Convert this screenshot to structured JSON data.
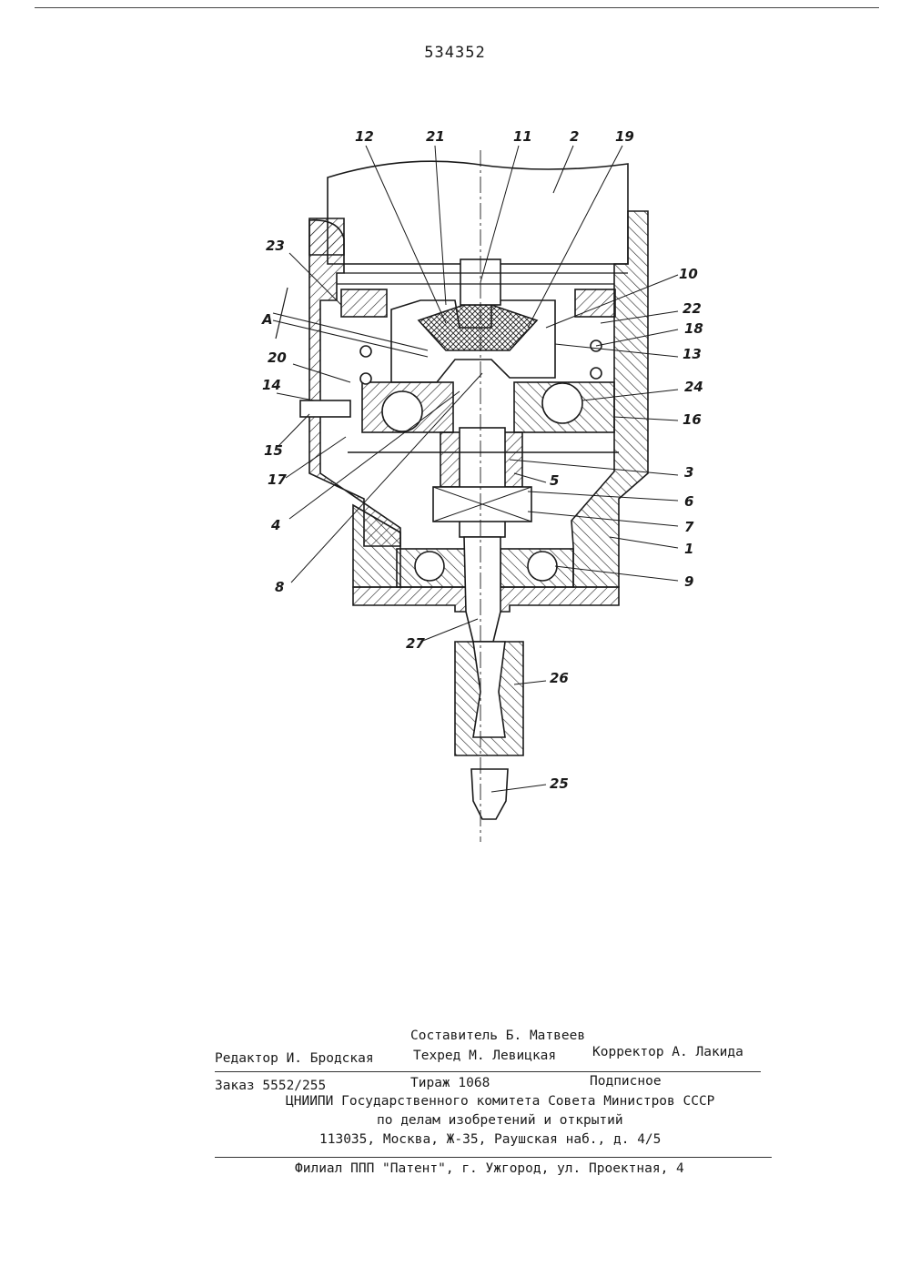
{
  "patent_number": "534352",
  "figure_labels": {
    "l12": "12",
    "l21": "21",
    "l11": "11",
    "l2": "2",
    "l19": "19",
    "l23": "23",
    "lA": "A",
    "l20": "20",
    "l14": "14",
    "l15": "15",
    "l17": "17",
    "l4": "4",
    "l8": "8",
    "l10": "10",
    "l22": "22",
    "l18": "18",
    "l13": "13",
    "l24": "24",
    "l16": "16",
    "l3": "3",
    "l5": "5",
    "l6": "6",
    "l7": "7",
    "l1": "1",
    "l9": "9",
    "l27": "27",
    "l26": "26",
    "l25": "25"
  },
  "imprint": {
    "compiler": "Составитель Б. Матвеев",
    "editor": "Редактор И. Бродская",
    "techred": "Техред М. Левицкая",
    "corrector": "Корректор А. Лакида",
    "order": "Заказ 5552/255",
    "circulation": "Тираж 1068",
    "subscription": "Подписное",
    "institute": "ЦНИИПИ Государственного комитета Совета Министров СССР",
    "affairs": "по делам изобретений и открытий",
    "address": "113035, Москва, Ж-35, Раушская наб., д. 4/5",
    "branch": "Филиал ППП \"Патент\", г. Ужгород, ул. Проектная, 4"
  }
}
